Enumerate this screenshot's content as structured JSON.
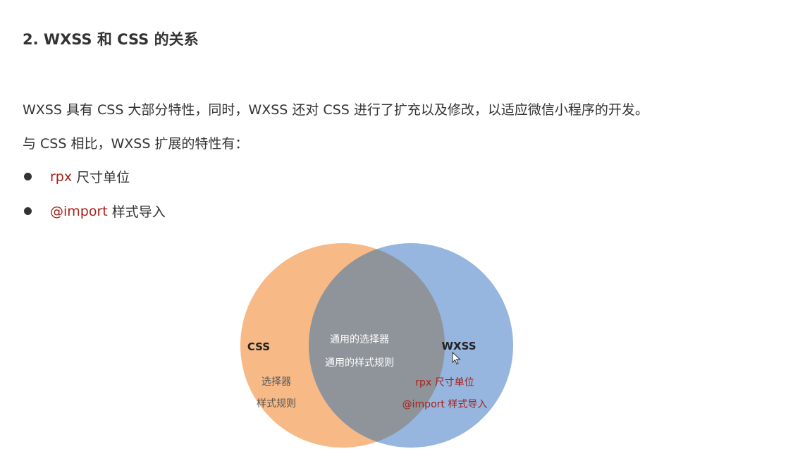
{
  "heading": "2. WXSS 和 CSS 的关系",
  "paragraphs": [
    "WXSS 具有 CSS 大部分特性，同时，WXSS 还对 CSS 进行了扩充以及修改，以适应微信小程序的开发。",
    "与 CSS 相比，WXSS 扩展的特性有："
  ],
  "bullets": [
    {
      "keyword": "rpx",
      "text": "尺寸单位"
    },
    {
      "keyword": "@import",
      "text": "样式导入"
    }
  ],
  "venn": {
    "left": {
      "title": "CSS",
      "items": [
        "选择器",
        "样式规则"
      ],
      "color": "#f5a96a"
    },
    "right": {
      "title": "WXSS",
      "items": [
        "rpx 尺寸单位",
        "@import 样式导入"
      ],
      "color": "#7fa6d8"
    },
    "overlap": {
      "items": [
        "通用的选择器",
        "通用的样式规则"
      ],
      "color": "#8e9298"
    }
  },
  "colors": {
    "keyword_red": "#a8201a",
    "text": "#333333"
  }
}
